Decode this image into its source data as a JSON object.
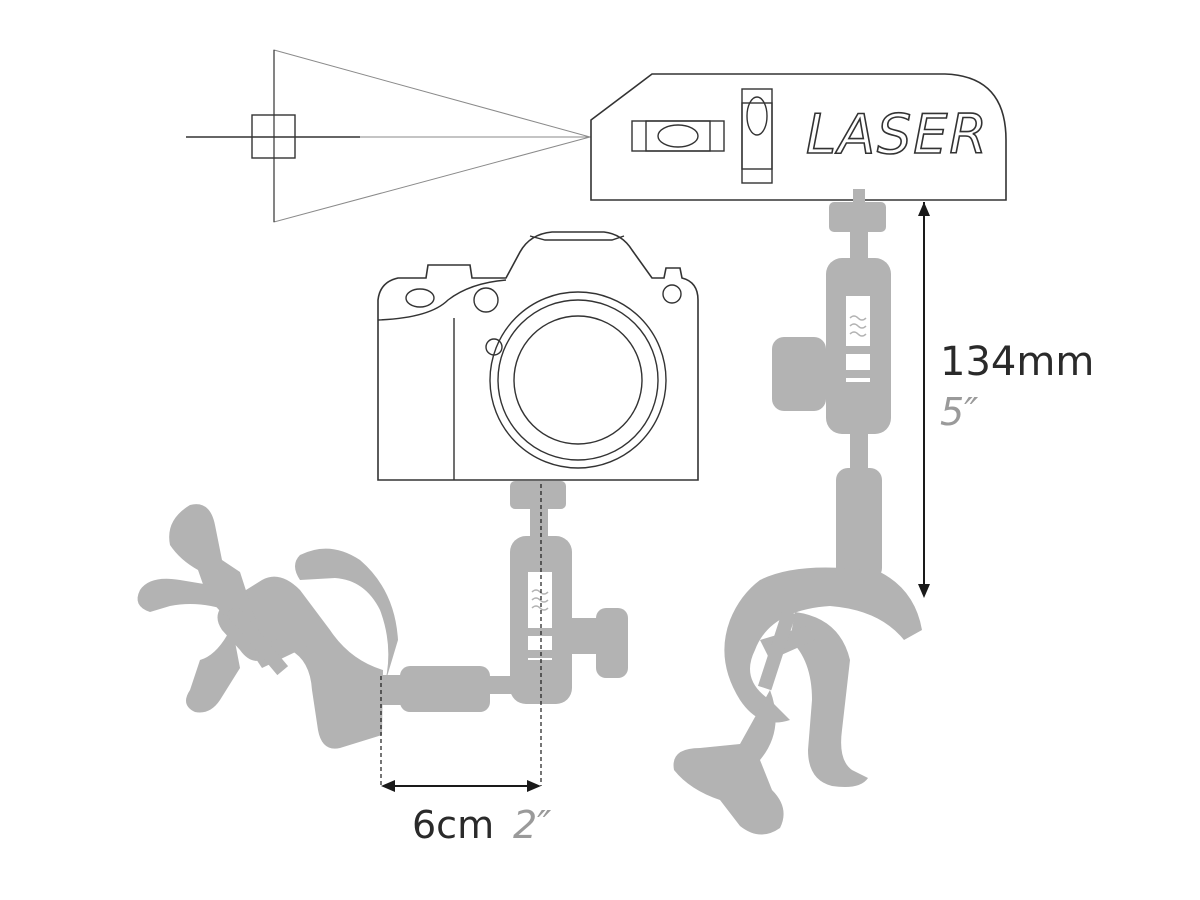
{
  "laser_device": {
    "label": "LASER"
  },
  "dimensions": {
    "height": {
      "metric": "134mm",
      "imperial": "5″"
    },
    "offset": {
      "metric": "6cm",
      "imperial": "2″"
    }
  },
  "colors": {
    "outline": "#333333",
    "mount_grey": "#b3b3b3",
    "imperial_text": "#9a9a9a"
  },
  "icons": [
    "laser-level-icon",
    "camera-body-icon",
    "articulating-arm-icon",
    "super-clamp-icon"
  ]
}
